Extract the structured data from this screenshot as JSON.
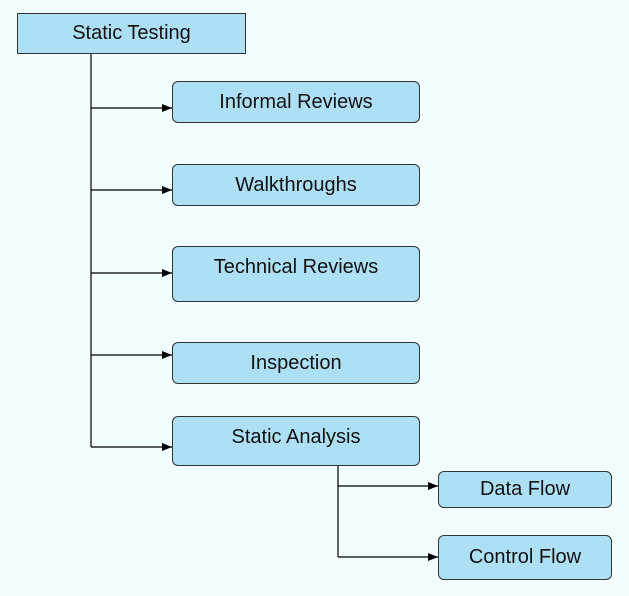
{
  "diagram": {
    "root": "Static Testing",
    "children": [
      "Informal Reviews",
      "Walkthroughs",
      "Technical Reviews",
      "Inspection",
      "Static Analysis"
    ],
    "static_analysis_children": [
      "Data Flow",
      "Control Flow"
    ]
  },
  "colors": {
    "background": "#f2fdfd",
    "box_fill": "#aee0f5",
    "box_border": "#333333",
    "connector": "#000000"
  }
}
